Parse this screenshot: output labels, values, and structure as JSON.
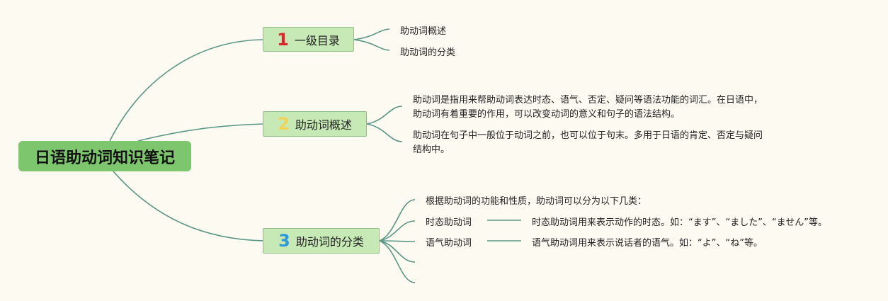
{
  "root": {
    "label": "日语助动词知识笔记"
  },
  "branches": [
    {
      "number": "1",
      "number_color": "#d8262d",
      "label": "一级目录",
      "leaves": [
        "助动词概述",
        "助动词的分类"
      ]
    },
    {
      "number": "2",
      "number_color": "#f2d35a",
      "label": "助动词概述",
      "paragraphs": [
        "助动词是指用来帮助动词表达时态、语气、否定、疑问等语法功能的词汇。在日语中，助动词有着重要的作用，可以改变动词的意义和句子的语法结构。",
        "助动词在句子中一般位于动词之前，也可以位于句末。多用于日语的肯定、否定与疑问结构中。"
      ]
    },
    {
      "number": "3",
      "number_color": "#2b9ad8",
      "label": "助动词的分类",
      "intro": "根据助动词的功能和性质，助动词可以分为以下几类：",
      "types": [
        {
          "name": "时态助动词",
          "desc": "时态助动词用来表示动作的时态。如：“ます”、“ました”、“ません”等。"
        },
        {
          "name": "语气助动词",
          "desc": "语气助动词用来表示说话者的语气。如：“よ”、“ね”等。"
        }
      ]
    }
  ],
  "colors": {
    "line": "#5b9585",
    "root_fill": "#7ec66e",
    "branch_fill": "#c6e9b6",
    "background": "#fcfaf1"
  }
}
